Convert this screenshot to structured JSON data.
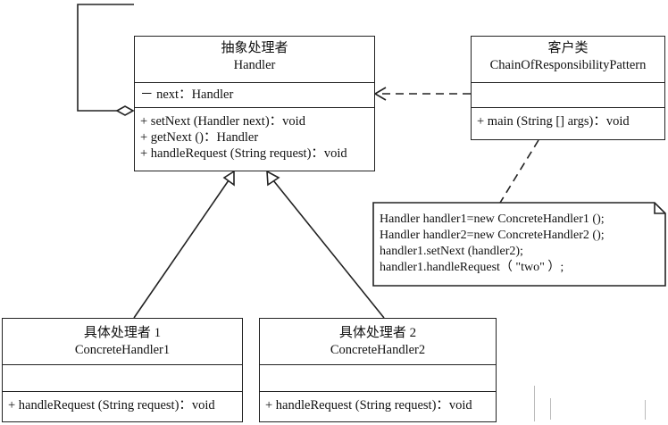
{
  "handler": {
    "name_cn": "抽象处理者",
    "name_en": "Handler",
    "attributes": [
      "－ next：Handler"
    ],
    "operations": [
      "+ setNext (Handler next)：void",
      "+ getNext ()：Handler",
      "+ handleRequest (String request)：void"
    ]
  },
  "client": {
    "name_cn": "客户类",
    "name_en": "ChainOfResponsibilityPattern",
    "operations": [
      "+ main (String [] args)：void"
    ]
  },
  "concrete1": {
    "name_cn": "具体处理者 1",
    "name_en": "ConcreteHandler1",
    "operations": [
      "+ handleRequest (String request)：void"
    ]
  },
  "concrete2": {
    "name_cn": "具体处理者 2",
    "name_en": "ConcreteHandler2",
    "operations": [
      "+ handleRequest (String request)：void"
    ]
  },
  "note": {
    "lines": [
      "Handler handler1=new ConcreteHandler1 ();",
      "Handler handler2=new ConcreteHandler2 ();",
      "handler1.setNext (handler2);",
      "handler1.handleRequest（ \"two\" ）;"
    ]
  },
  "colors": {
    "line": "#222222",
    "background": "#ffffff"
  }
}
